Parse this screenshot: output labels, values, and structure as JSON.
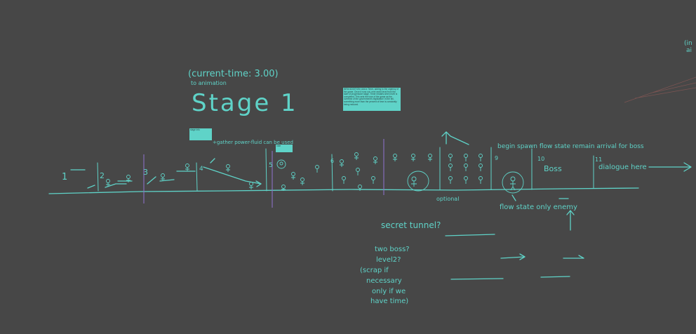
{
  "header": {
    "time_note": "(current-time: 3.00)",
    "anim_note": "to animation",
    "stage_title": "Stage 1"
  },
  "sticky_notes": {
    "main_note": "NEW ADDITION: Add a Timer, adding to the urgency of the game. Once it runs out, next world level from the start of progressive stage. Timer restarts when level is completed. This sets the tone of the game as the overtime of the government's legislation! In the bill, something more than the percent of time is constantly being reduced.",
    "small_note_a": "stage info",
    "small_note_b": "note"
  },
  "stages": {
    "s1": "1",
    "s2": "2",
    "s3": "3",
    "s4": "4",
    "s5": "5",
    "s6": "6",
    "s9": "9",
    "s10": "10",
    "s11": "11"
  },
  "annotations": {
    "power_note": "+gather power-fluid can be used",
    "boss_spawn_note": "begin spawn flow state remain arrival for boss",
    "boss_label": "Boss",
    "dialogue_note": "dialogue here",
    "optional_label": "optional",
    "flow_state_note": "flow state only enemy",
    "secret_tunnel": "secret tunnel?",
    "two_boss": "two boss?",
    "level2": "level2?",
    "scrap_note_1": "(scrap if",
    "scrap_note_2": "necessary",
    "scrap_note_3": "only if we",
    "scrap_note_4": "have time)",
    "corner_note_1": "(in",
    "corner_note_2": "ai"
  },
  "colors": {
    "background": "#474747",
    "ink": "#5fd3c8",
    "divider": "#8a6fc4",
    "note_fill": "#5fd3c8"
  }
}
